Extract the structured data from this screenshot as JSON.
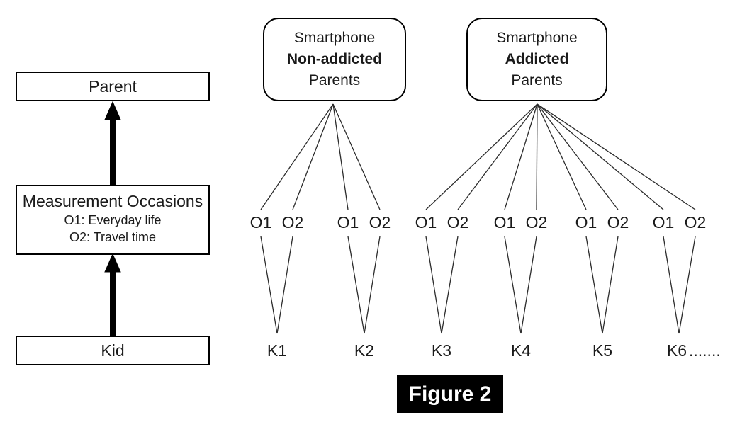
{
  "figure": {
    "caption": "Figure 2"
  },
  "left_panel": {
    "parent_label": "Parent",
    "measurement": {
      "title": "Measurement Occasions",
      "sub1": "O1: Everyday life",
      "sub2": "O2: Travel time"
    },
    "kid_label": "Kid"
  },
  "group_boxes": [
    {
      "line1": "Smartphone",
      "line2": "Non-addicted",
      "line3": "Parents"
    },
    {
      "line1": "Smartphone",
      "line2": "Addicted",
      "line3": "Parents"
    }
  ],
  "occasions": [
    "O1",
    "O2",
    "O1",
    "O2",
    "O1",
    "O2",
    "O1",
    "O2",
    "O1",
    "O2",
    "O1",
    "O2"
  ],
  "kids": [
    "K1",
    "K2",
    "K3",
    "K4",
    "K5",
    "K6"
  ],
  "kids_ellipsis": ".......",
  "colors": {
    "line": "#2b2b2b",
    "arrow": "#000000",
    "caption_bg": "#000000",
    "caption_text": "#ffffff"
  }
}
